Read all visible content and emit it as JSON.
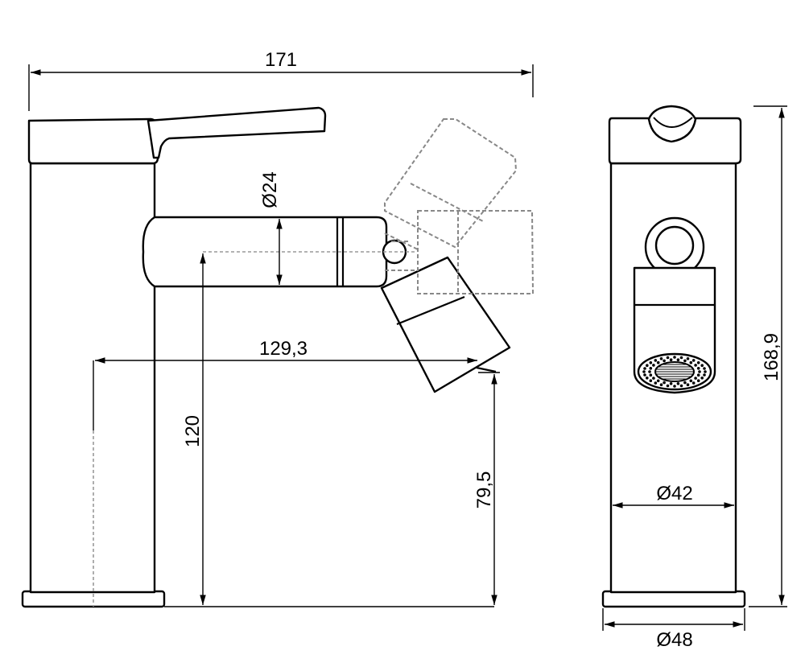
{
  "dimensions": {
    "overall_width": "171",
    "lever_diameter": "Ø24",
    "spout_reach": "129,3",
    "spout_center_height": "120",
    "outlet_height": "79,5",
    "overall_height": "168,9",
    "body_diameter": "Ø42",
    "base_diameter": "Ø48"
  },
  "colors": {
    "line": "#000000",
    "hidden_line": "#888888",
    "background": "#ffffff"
  }
}
